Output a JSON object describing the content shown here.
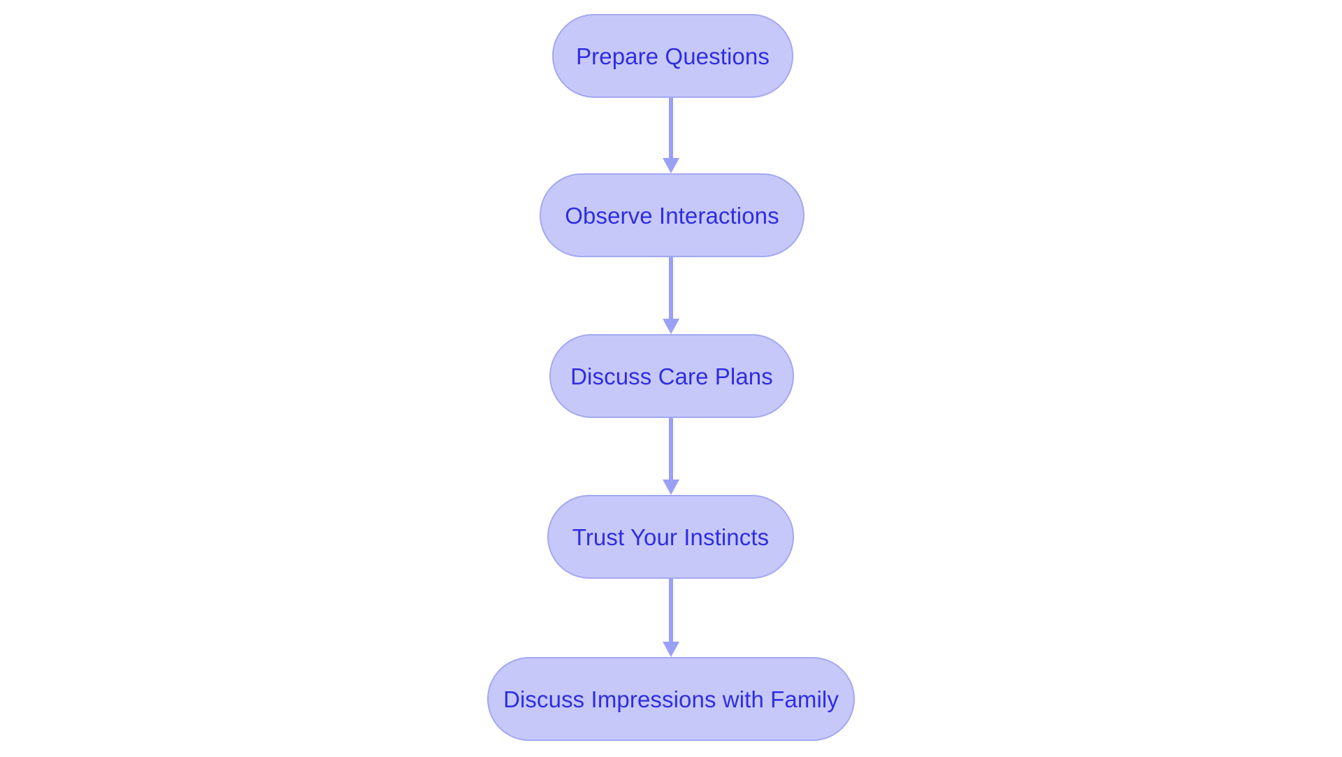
{
  "diagram": {
    "type": "flowchart",
    "orientation": "vertical-top-down",
    "background_color": "#ffffff",
    "node_fill_color": "#c7c8fa",
    "node_border_color": "#a3a8f0",
    "node_text_color": "#2e2ee0",
    "connector_color": "#9aa0f5",
    "node_shape": "pill",
    "nodes": [
      {
        "id": "prepare-questions",
        "label": "Prepare Questions"
      },
      {
        "id": "observe-interactions",
        "label": "Observe Interactions"
      },
      {
        "id": "discuss-care-plans",
        "label": "Discuss Care Plans"
      },
      {
        "id": "trust-your-instincts",
        "label": "Trust Your Instincts"
      },
      {
        "id": "discuss-impressions",
        "label": "Discuss Impressions with Family"
      }
    ],
    "connectors": [
      {
        "id": "edge-0",
        "from": "prepare-questions",
        "to": "observe-interactions"
      },
      {
        "id": "edge-1",
        "from": "observe-interactions",
        "to": "discuss-care-plans"
      },
      {
        "id": "edge-2",
        "from": "discuss-care-plans",
        "to": "trust-your-instincts"
      },
      {
        "id": "edge-3",
        "from": "trust-your-instincts",
        "to": "discuss-impressions"
      }
    ]
  }
}
